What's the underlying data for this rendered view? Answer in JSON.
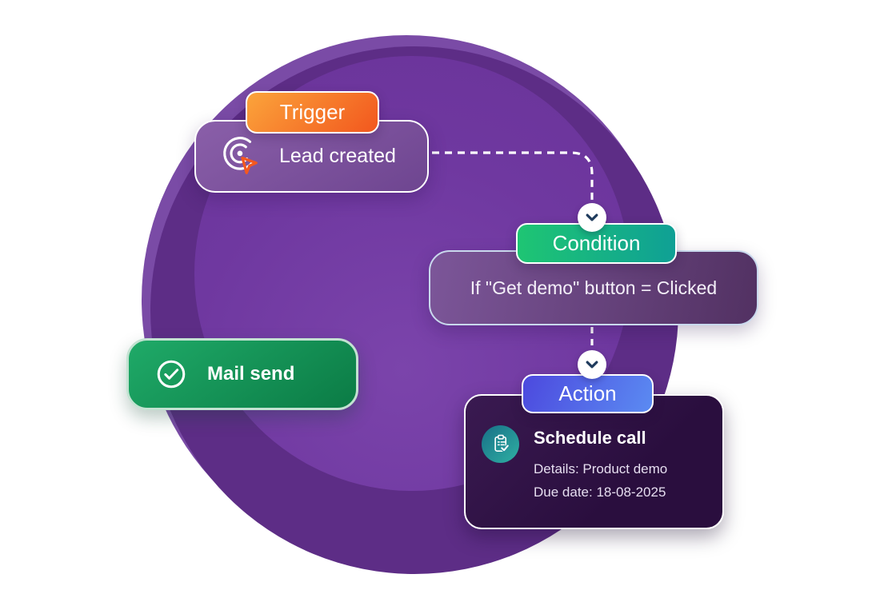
{
  "nodes": {
    "trigger": {
      "badge": "Trigger",
      "title": "Lead created"
    },
    "condition": {
      "badge": "Condition",
      "title": "If \"Get demo\" button = Clicked"
    },
    "action": {
      "badge": "Action",
      "title": "Schedule call",
      "details": "Details: Product demo",
      "due_date": "Due date: 18-08-2025"
    },
    "mail": {
      "title": "Mail send"
    }
  },
  "icons": {
    "trigger": "target-cursor-icon",
    "action": "clipboard-check-icon",
    "mail": "check-circle-icon",
    "connector": "chevron-down-icon"
  },
  "colors": {
    "background": "#FFFFFF",
    "circle_light": "#7A4BA6",
    "circle_dark": "#5D2D86",
    "circle_inner": "#6F38A0",
    "trigger_badge_gradient": [
      "#FBA43B",
      "#F2571E"
    ],
    "condition_badge_gradient": [
      "#1EC573",
      "#0FA095"
    ],
    "action_badge_gradient": [
      "#4C49DE",
      "#5B8BF2"
    ],
    "mail_card_gradient": [
      "#1FAA68",
      "#0B7B45"
    ],
    "action_card_gradient": [
      "#3A1A51",
      "#2A0E3E"
    ],
    "action_icon_gradient": [
      "#186F87",
      "#2FB0A3"
    ],
    "connector_line": "#FFFFFF",
    "chevron": "#1E3A5C",
    "trigger_cursor": "#F4581F"
  }
}
